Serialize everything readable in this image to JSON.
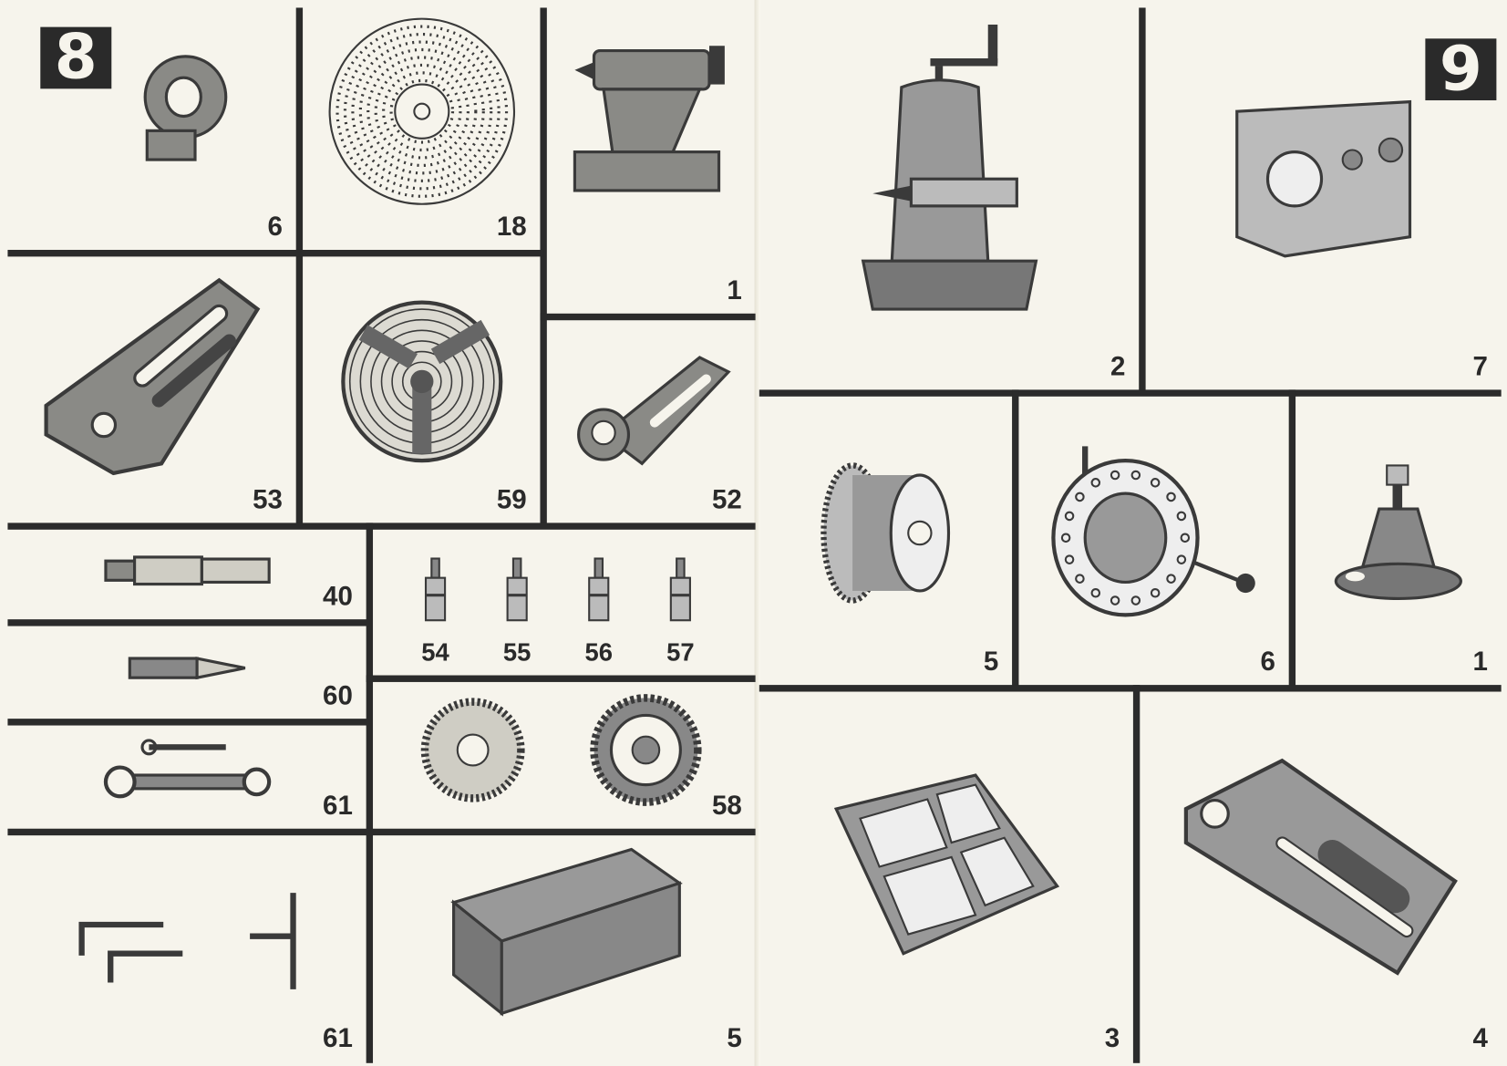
{
  "left_page": {
    "page_number": "8",
    "items": [
      {
        "label": "6",
        "icon": "dividing-ring-icon"
      },
      {
        "label": "18",
        "icon": "index-plate-icon"
      },
      {
        "label": "1",
        "icon": "tailstock-icon"
      },
      {
        "label": "53",
        "icon": "slotted-bracket-icon"
      },
      {
        "label": "59",
        "icon": "three-jaw-chuck-icon"
      },
      {
        "label": "52",
        "icon": "clamp-bracket-icon"
      },
      {
        "label": "40",
        "icon": "arbor-icon"
      },
      {
        "label": "60",
        "icon": "center-point-icon"
      },
      {
        "label": "61",
        "icon": "wrench-icon"
      },
      {
        "label": "61",
        "icon": "hex-key-icon"
      },
      {
        "labels": [
          "54",
          "55",
          "56",
          "57"
        ],
        "icon": "pins-icon"
      },
      {
        "label": "58",
        "icon": "gears-icon"
      },
      {
        "label": "5",
        "icon": "storage-box-icon"
      }
    ]
  },
  "right_page": {
    "page_number": "9",
    "items": [
      {
        "label": "2",
        "icon": "adjustable-tailstock-icon"
      },
      {
        "label": "7",
        "icon": "dividing-head-icon"
      },
      {
        "label": "5",
        "icon": "handwheel-icon"
      },
      {
        "label": "6",
        "icon": "rotary-chuck-icon"
      },
      {
        "label": "1",
        "icon": "support-jack-icon"
      },
      {
        "label": "3",
        "icon": "grooved-table-icon"
      },
      {
        "label": "4",
        "icon": "angle-plate-icon"
      }
    ]
  }
}
